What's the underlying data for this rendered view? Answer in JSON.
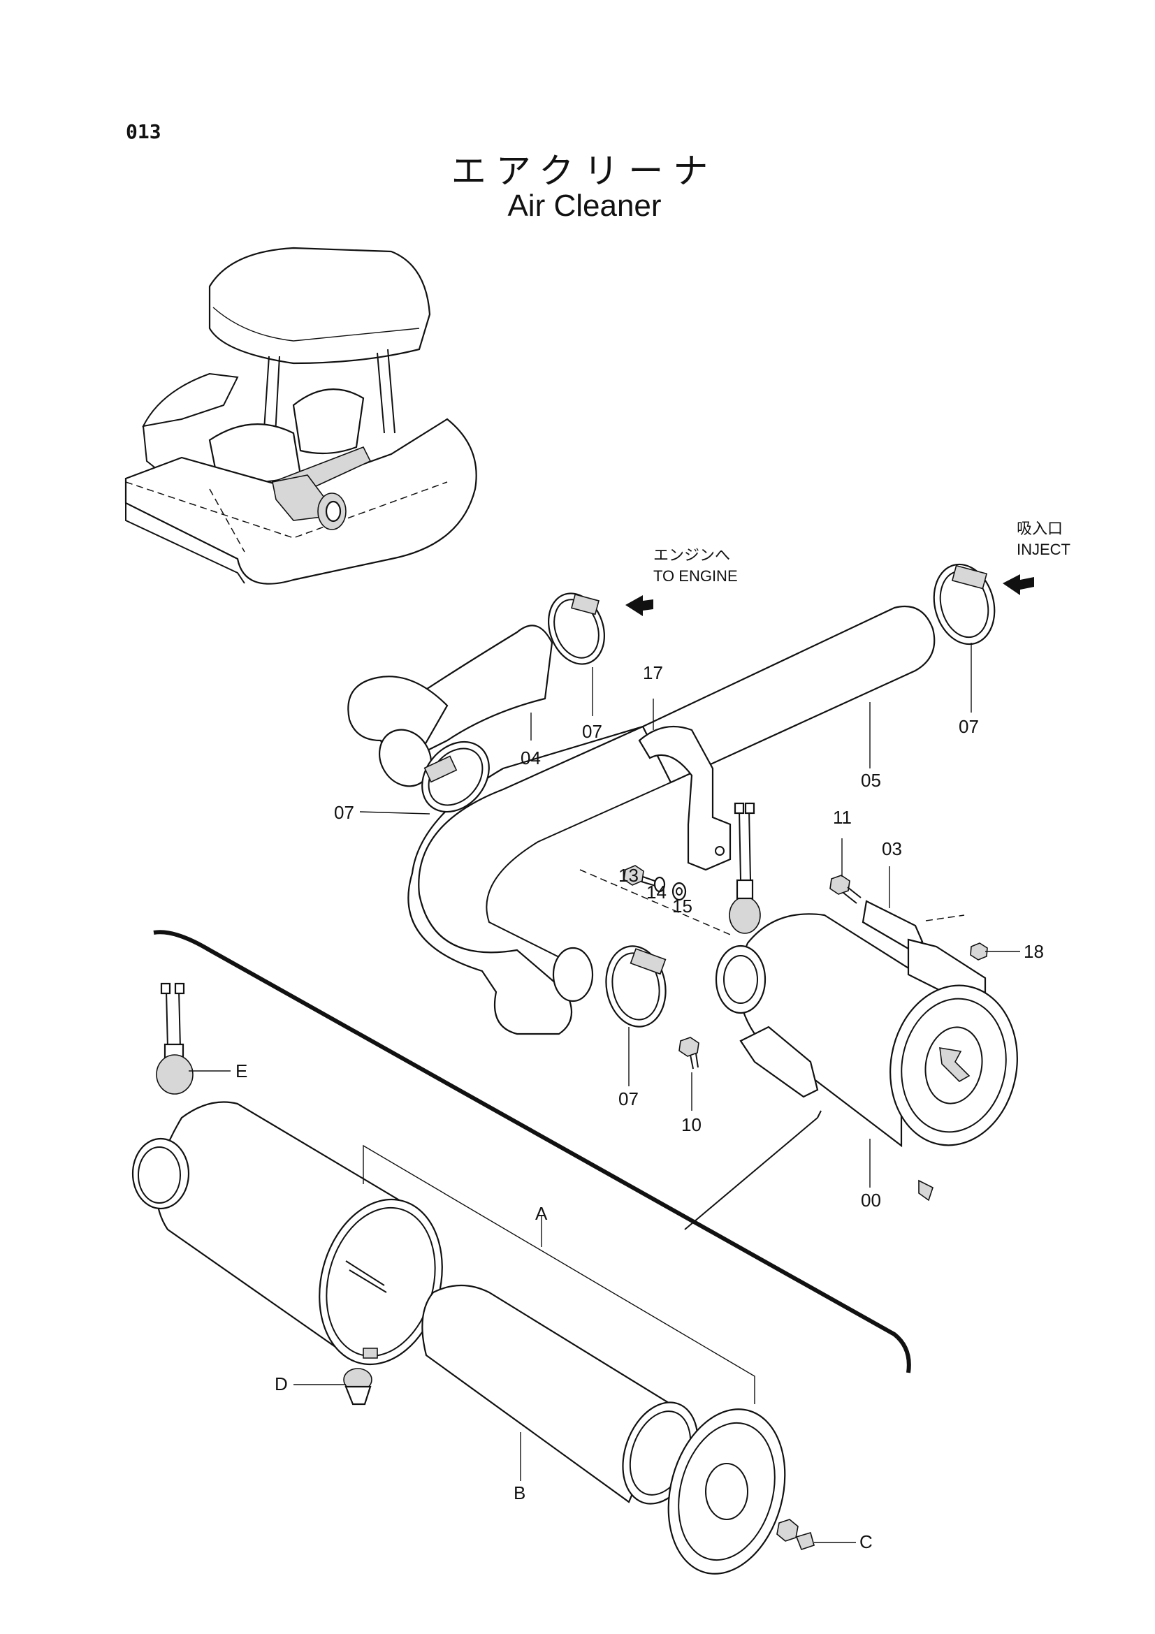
{
  "page": {
    "code": "013",
    "title_jp": "エアクリーナ",
    "title_en": "Air Cleaner"
  },
  "notes": {
    "to_engine_jp": "エンジンへ",
    "to_engine_en": "TO  ENGINE",
    "inject_jp": "吸入口",
    "inject_en": "INJECT"
  },
  "callouts": {
    "p00": "00",
    "p03": "03",
    "p04": "04",
    "p05": "05",
    "p07a": "07",
    "p07b": "07",
    "p07c": "07",
    "p07d": "07",
    "p10": "10",
    "p11": "11",
    "p13": "13",
    "p14": "14",
    "p15": "15",
    "p17": "17",
    "p18": "18",
    "A": "A",
    "B": "B",
    "C": "C",
    "D": "D",
    "E": "E"
  }
}
